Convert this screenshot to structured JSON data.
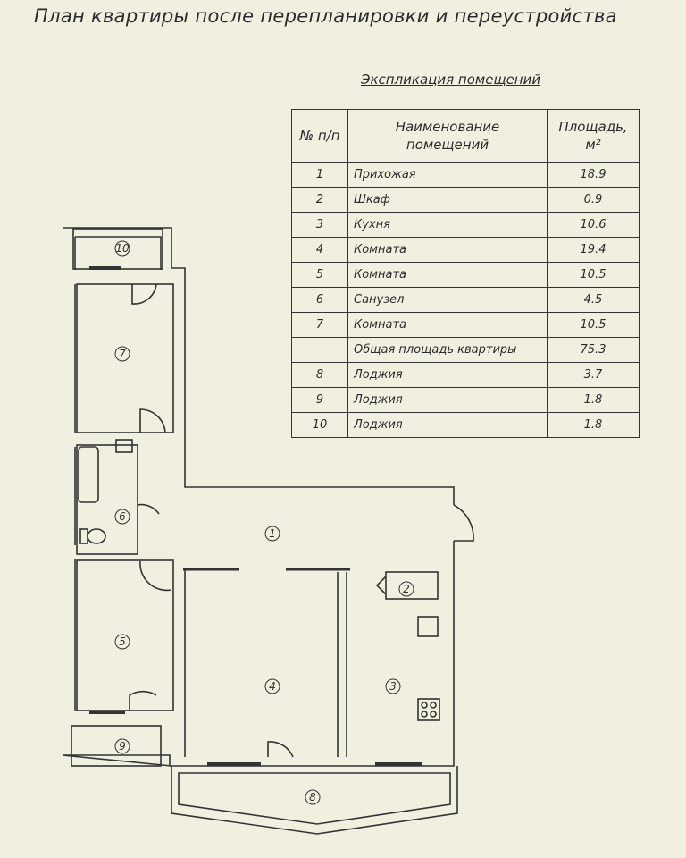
{
  "title": "План квартиры после перепланировки и переустройства",
  "subtitle": "Экспликация помещений",
  "table": {
    "headers": {
      "no": "№ п/п",
      "name": "Наименование помещений",
      "area": "Площадь, м²"
    },
    "rows": [
      {
        "no": "1",
        "name": "Прихожая",
        "area": "18.9"
      },
      {
        "no": "2",
        "name": "Шкаф",
        "area": "0.9"
      },
      {
        "no": "3",
        "name": "Кухня",
        "area": "10.6"
      },
      {
        "no": "4",
        "name": "Комната",
        "area": "19.4"
      },
      {
        "no": "5",
        "name": "Комната",
        "area": "10.5"
      },
      {
        "no": "6",
        "name": "Санузел",
        "area": "4.5"
      },
      {
        "no": "7",
        "name": "Комната",
        "area": "10.5"
      },
      {
        "no": "",
        "name": "Общая площадь квартиры",
        "area": "75.3"
      },
      {
        "no": "8",
        "name": "Лоджия",
        "area": "3.7"
      },
      {
        "no": "9",
        "name": "Лоджия",
        "area": "1.8"
      },
      {
        "no": "10",
        "name": "Лоджия",
        "area": "1.8"
      }
    ]
  },
  "rooms": [
    "1",
    "2",
    "3",
    "4",
    "5",
    "6",
    "7",
    "8",
    "9",
    "10"
  ]
}
